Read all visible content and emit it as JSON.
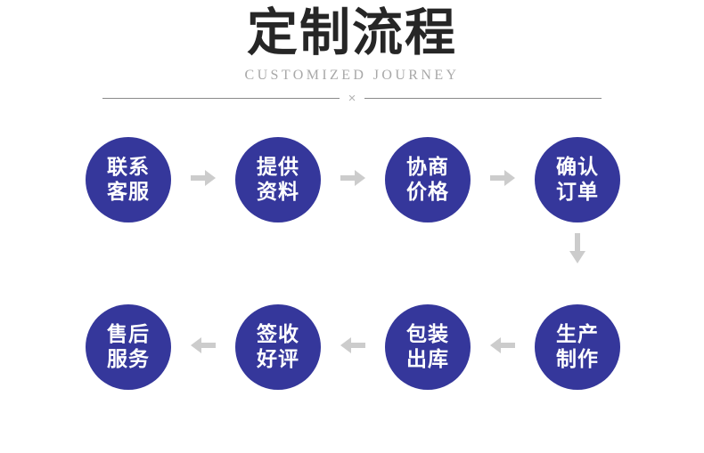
{
  "header": {
    "title": "定制流程",
    "subtitle": "CUSTOMIZED JOURNEY",
    "divider_mark": "×"
  },
  "colors": {
    "node_fill": "#35379B",
    "node_text": "#ffffff",
    "title_text": "#262626",
    "subtitle_text": "#a8a8a8",
    "arrow": "#cccccc",
    "divider_line": "#8a8a8a",
    "background": "#ffffff"
  },
  "flow": {
    "nodes": [
      {
        "step": 1,
        "line1": "联系",
        "line2": "客服"
      },
      {
        "step": 2,
        "line1": "提供",
        "line2": "资料"
      },
      {
        "step": 3,
        "line1": "协商",
        "line2": "价格"
      },
      {
        "step": 4,
        "line1": "确认",
        "line2": "订单"
      },
      {
        "step": 5,
        "line1": "生产",
        "line2": "制作"
      },
      {
        "step": 6,
        "line1": "包装",
        "line2": "出库"
      },
      {
        "step": 7,
        "line1": "签收",
        "line2": "好评"
      },
      {
        "step": 8,
        "line1": "售后",
        "line2": "服务"
      }
    ],
    "connectors": [
      {
        "id": 1,
        "icon": "arrow-right-icon",
        "from": 1,
        "to": 2
      },
      {
        "id": 2,
        "icon": "arrow-right-icon",
        "from": 2,
        "to": 3
      },
      {
        "id": 3,
        "icon": "arrow-right-icon",
        "from": 3,
        "to": 4
      },
      {
        "id": 4,
        "icon": "arrow-down-icon",
        "from": 4,
        "to": 5
      },
      {
        "id": 5,
        "icon": "arrow-left-icon",
        "from": 5,
        "to": 6
      },
      {
        "id": 6,
        "icon": "arrow-left-icon",
        "from": 6,
        "to": 7
      },
      {
        "id": 7,
        "icon": "arrow-left-icon",
        "from": 7,
        "to": 8
      }
    ]
  }
}
